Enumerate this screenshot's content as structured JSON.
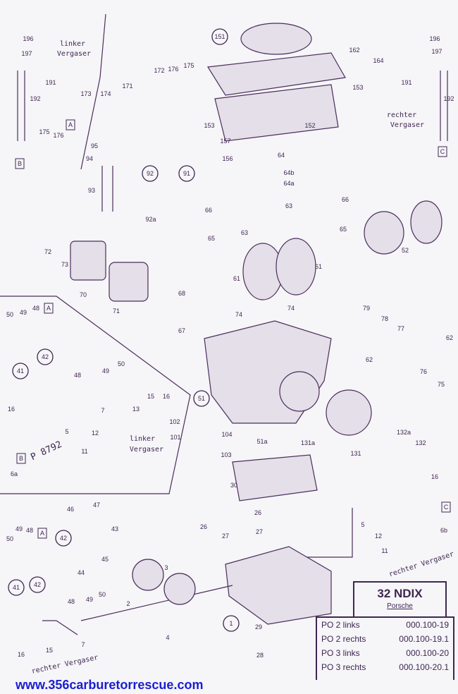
{
  "diagram": {
    "labels": [
      "196",
      "197",
      "linker",
      "Vergaser",
      "191",
      "192",
      "173",
      "174",
      "171",
      "172",
      "176",
      "175",
      "175",
      "176",
      "A",
      "B",
      "95",
      "94",
      "93",
      "92",
      "91",
      "92a",
      "151",
      "162",
      "164",
      "153",
      "152",
      "153",
      "157",
      "156",
      "64",
      "64b",
      "64a",
      "66",
      "63",
      "63",
      "65",
      "66",
      "65",
      "196",
      "197",
      "191",
      "192",
      "rechter",
      "Vergaser",
      "C",
      "52",
      "72",
      "73",
      "70",
      "71",
      "61",
      "61",
      "68",
      "74",
      "74",
      "79",
      "78",
      "77",
      "62",
      "62",
      "67",
      "76",
      "75",
      "51",
      "50",
      "49",
      "48",
      "A",
      "41",
      "42",
      "48",
      "49",
      "50",
      "7",
      "13",
      "15",
      "16",
      "16",
      "5",
      "12",
      "11",
      "B",
      "6a",
      "linker",
      "Vergaser",
      "102",
      "101",
      "104",
      "103",
      "51a",
      "131a",
      "131",
      "132a",
      "132",
      "30",
      "16",
      "C",
      "5",
      "12",
      "6b",
      "11",
      "rechter Vergaser",
      "26",
      "27",
      "26",
      "27",
      "46",
      "47",
      "43",
      "42",
      "45",
      "44",
      "50",
      "49",
      "48",
      "A",
      "41",
      "42",
      "3",
      "50",
      "48",
      "49",
      "2",
      "1",
      "29",
      "28",
      "4",
      "7",
      "15",
      "16",
      "rechter Vergaser",
      "P 8792"
    ]
  },
  "info_box": {
    "model": "32 NDIX",
    "make": "Porsche",
    "rows": [
      {
        "variant": "PO 2 links",
        "number": "000.100-19"
      },
      {
        "variant": "PO 2 rechts",
        "number": "000.100-19.1"
      },
      {
        "variant": "PO 3 links",
        "number": "000.100-20"
      },
      {
        "variant": "PO 3 rechts",
        "number": "000.100-20.1"
      }
    ]
  },
  "footer": {
    "url": "www.356carburetorrescue.com"
  },
  "colors": {
    "ink": "#4b2d5c",
    "url": "#1a1fd0",
    "background": "#f6f5f8"
  }
}
